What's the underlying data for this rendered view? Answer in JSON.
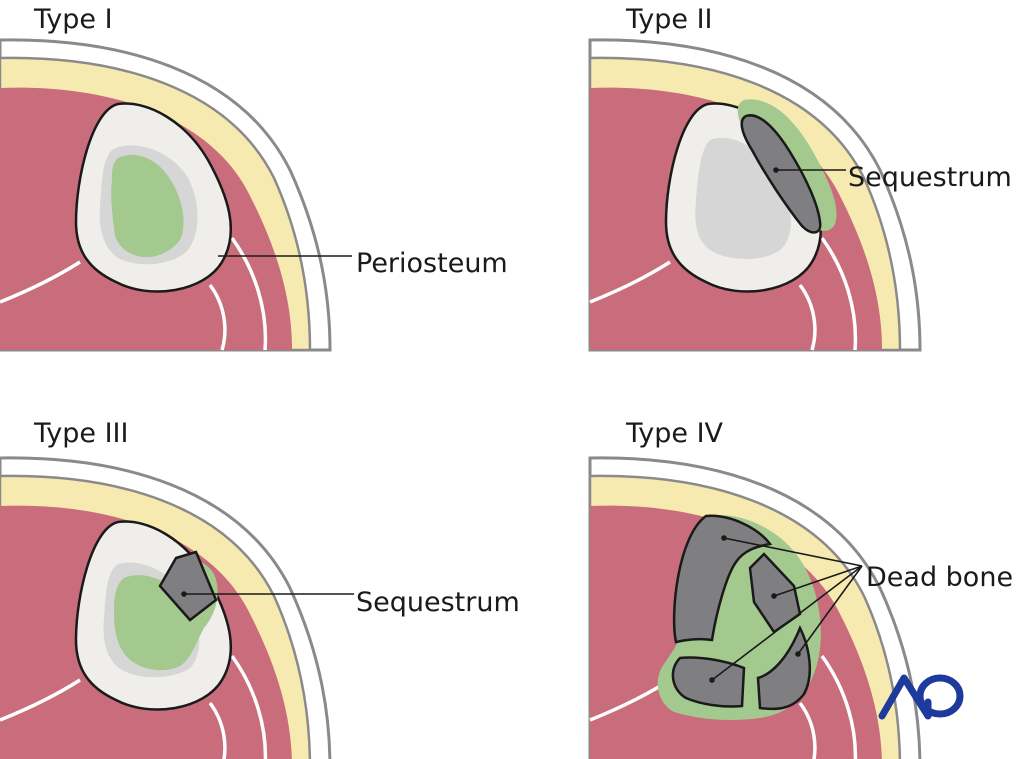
{
  "panels": [
    {
      "title": "Type I",
      "label": "Periosteum"
    },
    {
      "title": "Type II",
      "label": "Sequestrum"
    },
    {
      "title": "Type III",
      "label": "Sequestrum"
    },
    {
      "title": "Type IV",
      "label": "Dead bone"
    }
  ],
  "logo": {
    "text": "AO",
    "color": "#1d3a9c"
  },
  "colors": {
    "muscle": "#c96c7b",
    "fat": "#f7eab0",
    "bone": "#efeeeb",
    "marrow": "#d6d6d6",
    "infection": "#a3c98f",
    "dead_bone": "#7f7f81"
  }
}
